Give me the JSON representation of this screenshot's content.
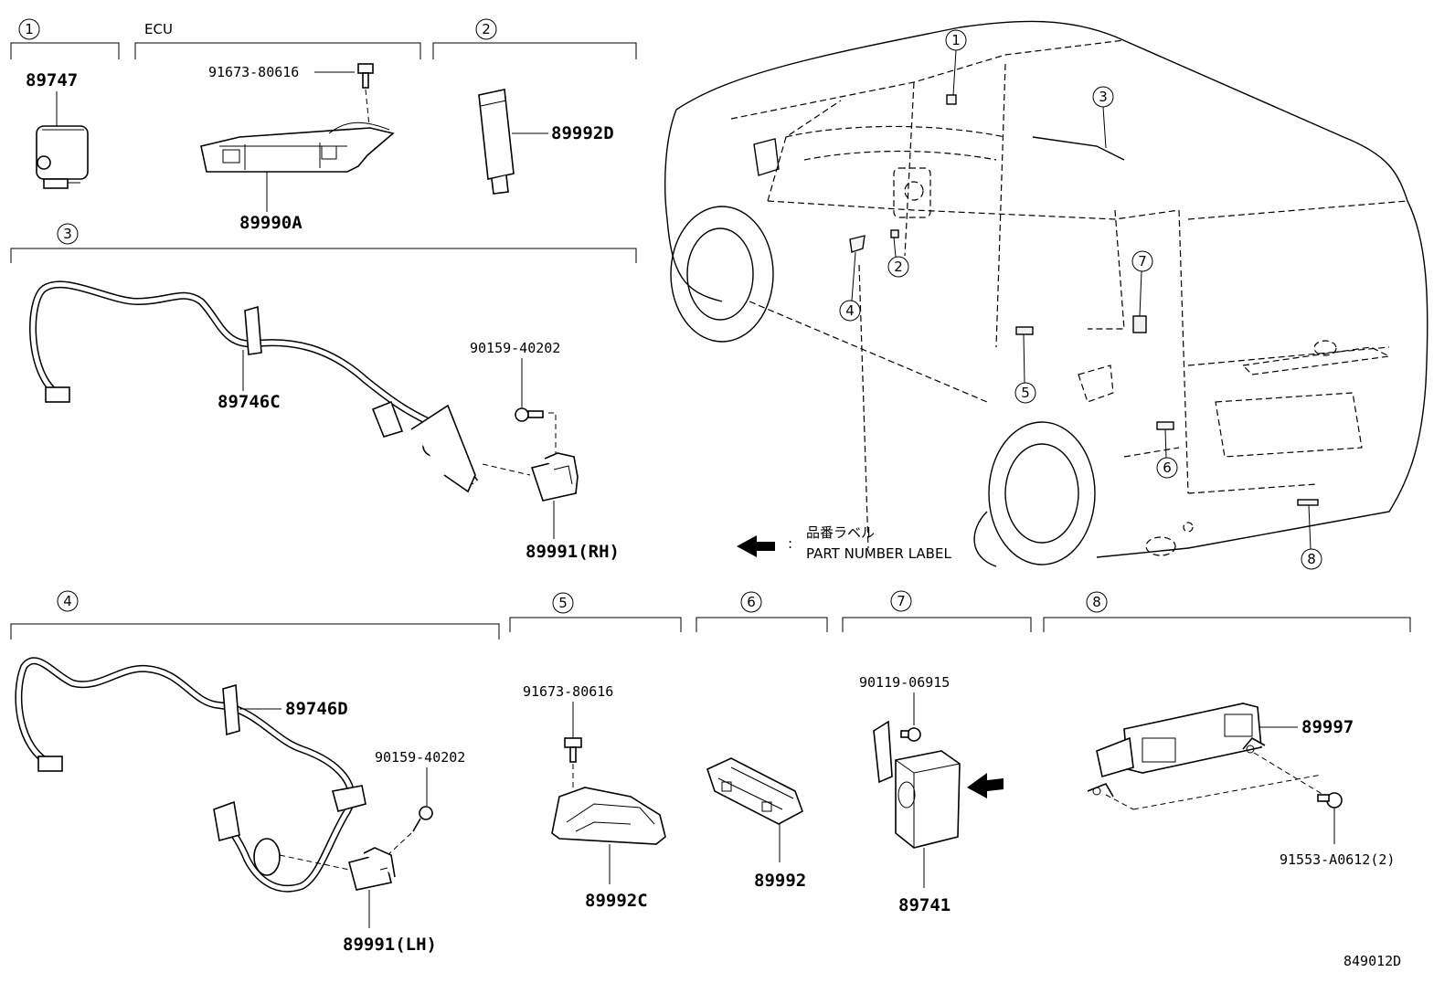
{
  "sections": {
    "s1": {
      "number": "1",
      "parts": [
        "89747"
      ]
    },
    "ecu": {
      "title": "ECU",
      "bolt": "91673-80616",
      "part": "89990A"
    },
    "s2": {
      "number": "2",
      "part": "89992D"
    },
    "s3": {
      "number": "3",
      "harness": "89746C",
      "bolt": "90159-40202",
      "sensor": "89991(RH)"
    },
    "s4": {
      "number": "4",
      "harness": "89746D",
      "bolt": "90159-40202",
      "sensor": "89991(LH)"
    },
    "s5": {
      "number": "5",
      "bolt": "91673-80616",
      "part": "89992C"
    },
    "s6": {
      "number": "6",
      "part": "89992"
    },
    "s7": {
      "number": "7",
      "bolt": "90119-06915",
      "part": "89741"
    },
    "s8": {
      "number": "8",
      "part": "89997",
      "bolt": "91553-A0612(2)"
    }
  },
  "legend": {
    "jp_label": "品番ラベル",
    "en_label": "PART NUMBER LABEL",
    "separator": ":"
  },
  "vehicle_callouts": [
    "1",
    "2",
    "3",
    "4",
    "5",
    "6",
    "7",
    "8"
  ],
  "diagram_id": "849012D"
}
